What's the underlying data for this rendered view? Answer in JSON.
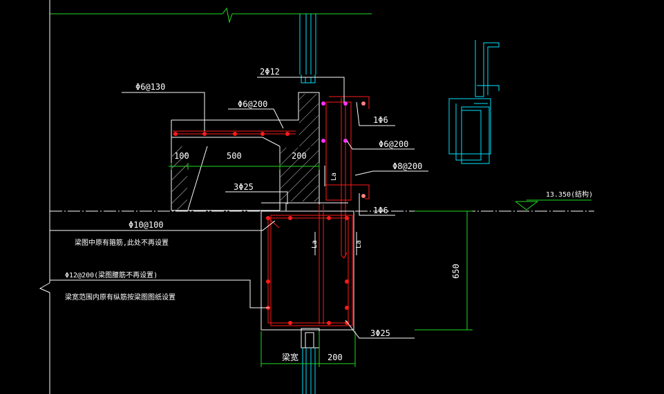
{
  "drawing": {
    "colors": {
      "background": "#000000",
      "outline": "#ffffff",
      "rebar": "#ff1a1a",
      "rebar_pink": "#ff33ff",
      "dimension": "#22dd22",
      "detail": "#00e5ff",
      "hatch": "#ffffff"
    },
    "labels": {
      "slab_top_bar": "Φ6@130",
      "slab_dist_bar": "Φ6@200",
      "upstand_top_bars": "2Φ12",
      "upstand_stirrup": "Φ6@200",
      "upstand_bottom_right": "Φ8@200",
      "upstand_small_top": "1Φ6",
      "upstand_small_bottom": "1Φ6",
      "beam_top_bars": "3Φ25",
      "beam_stirrup": "Φ10@100",
      "beam_note_1": "梁图中原有箍筋,此处不再设置",
      "beam_side_bars": "Φ12@200(梁图腰筋不再设置)",
      "beam_note_2": "梁宽范围内原有纵筋按梁图图纸设置",
      "beam_bottom_bars": "3Φ25",
      "elevation": "13.350(结构)",
      "anchor_la_1": "La",
      "anchor_la_2": "La",
      "anchor_la_3": "La"
    },
    "dimensions": {
      "slab_left_thickness": "100",
      "slab_span": "500",
      "upstand_width": "200",
      "beam_depth": "650",
      "beam_width_label": "梁宽",
      "beam_offset": "200"
    }
  }
}
